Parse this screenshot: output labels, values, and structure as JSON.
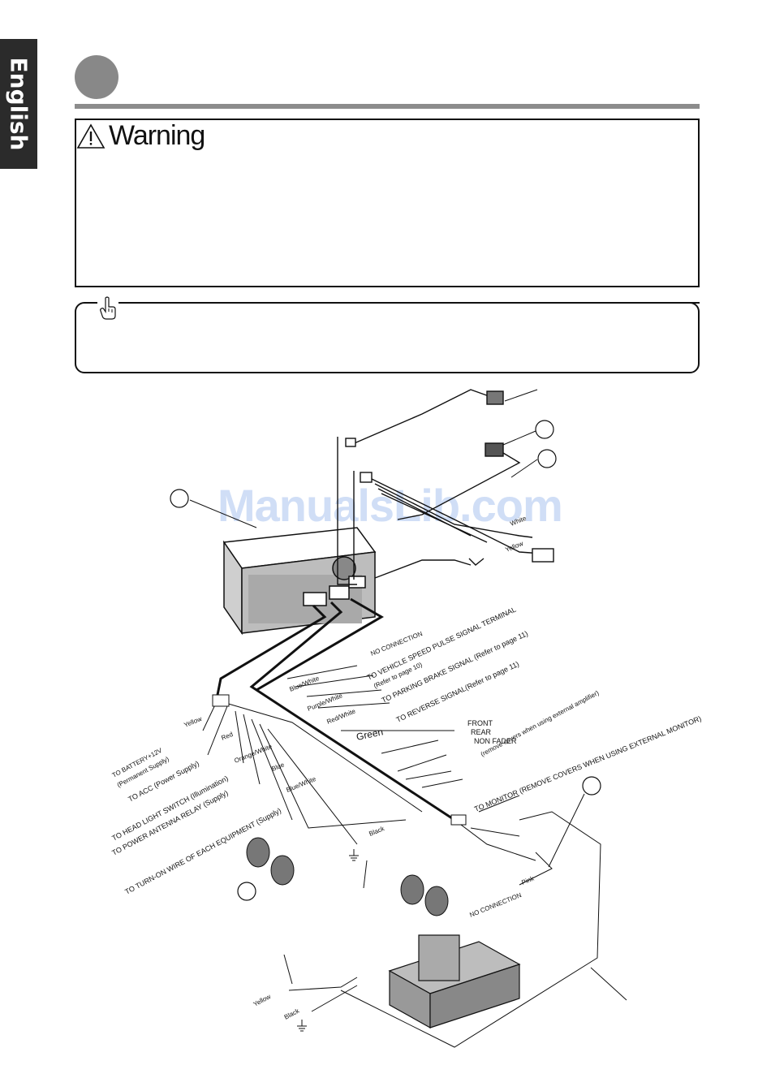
{
  "side_tab": {
    "label": "English"
  },
  "warning": {
    "title": "Warning"
  },
  "watermark": {
    "text": "ManualsLib.com"
  },
  "diagram": {
    "labels": {
      "no_connection_top": "NO CONNECTION",
      "vss_1": "TO VEHICLE SPEED PULSE SIGNAL TERMINAL",
      "vss_2": "(Refer to page 10)",
      "parking_brake": "TO PARKING BRAKE SIGNAL (Refer to page 11)",
      "reverse": "TO REVERSE SIGNAL(Refer to page 11)",
      "front": "FRONT",
      "rear": "REAR",
      "non_fader": "NON FADER",
      "remove_covers_amp": "(remove covers when using external amplifier)",
      "to_monitor": "TO MONITOR (REMOVE COVERS WHEN USING EXTERNAL MONITOR)",
      "battery_1": "TO BATTERY+12V",
      "battery_2": "(Permanent Supply)",
      "acc": "TO ACC (Power Supply)",
      "headlight": "TO HEAD LIGHT SWITCH (Illumination)",
      "antenna": "TO POWER ANTENNA RELAY (Supply)",
      "turn_on": "TO TURN-ON WIRE OF EACH EQUIPMENT (Supply)",
      "no_connection_bottom": "NO CONNECTION",
      "white": "White",
      "yellow_right": "Yellow",
      "blue_white_top": "Blue/White",
      "purple_white": "Purple/White",
      "red_white": "Red/White",
      "green": "Green",
      "yellow_left": "Yellow",
      "red": "Red",
      "orange_white": "Orange/White",
      "blue": "Blue",
      "blue_white_bottom": "Blue/White",
      "black": "Black",
      "pink": "Pink",
      "yellow_cd": "Yellow",
      "black_cd": "Black"
    }
  }
}
